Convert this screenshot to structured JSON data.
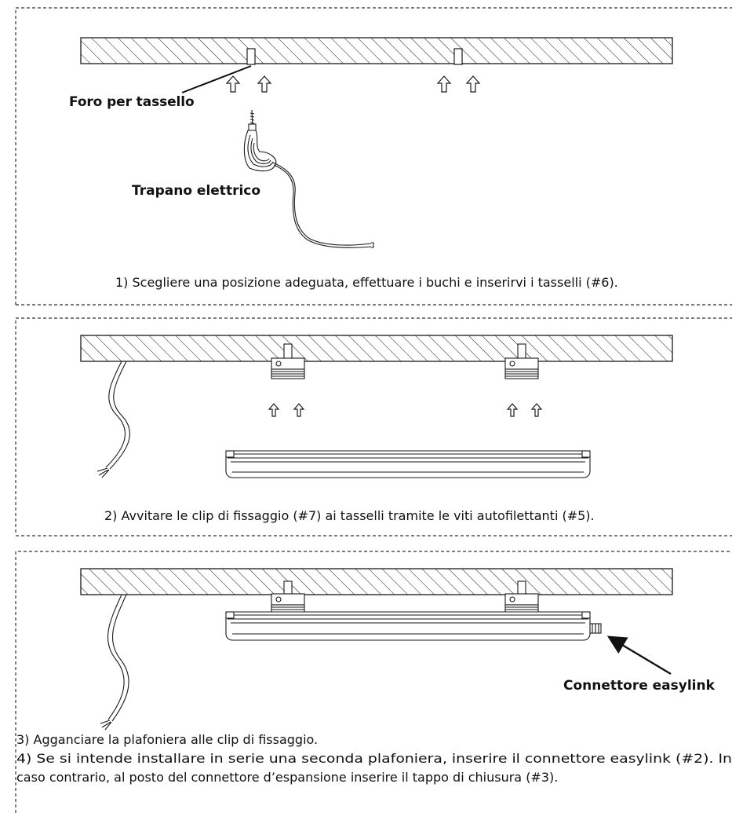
{
  "labels": {
    "foro_per_tassello": "Foro per tassello",
    "trapano_elettrico": "Trapano elettrico",
    "connettore_easylink": "Connettore easylink"
  },
  "steps": {
    "step1": "1) Scegliere una posizione adeguata, effettuare i buchi e inserirvi i tasselli (#6).",
    "step2": "2) Avvitare le clip di fissaggio (#7) ai tasselli tramite le viti autofilettanti (#5).",
    "step3": "3) Agganciare la plafoniera alle clip di fissaggio.",
    "step4_line1": "4) Se si intende installare in serie una seconda plafoniera, inserire il connettore easylink (#2). In",
    "step4_line2": "caso contrario, al posto del connettore d’espansione inserire il tappo di chiusura (#3)."
  },
  "colors": {
    "line": "#1a1a1a",
    "frame": "#333333",
    "background": "#ffffff"
  }
}
